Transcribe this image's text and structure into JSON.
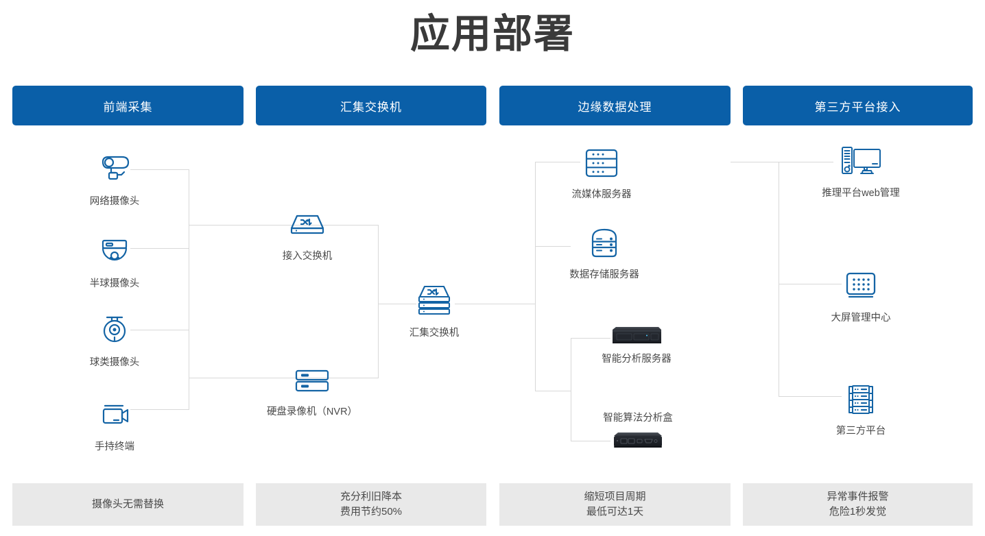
{
  "page": {
    "title": "应用部署",
    "accent_color": "#0a5fa8",
    "icon_color": "#1464a5",
    "line_color": "#d8d8d8",
    "footer_bg": "#e9e9e9"
  },
  "columns": [
    {
      "header": "前端采集",
      "footer_lines": [
        "摄像头无需替换"
      ],
      "nodes": [
        {
          "label": "网络摄像头",
          "icon": "bullet-camera-icon"
        },
        {
          "label": "半球摄像头",
          "icon": "dome-camera-icon"
        },
        {
          "label": "球类摄像头",
          "icon": "ptz-camera-icon"
        },
        {
          "label": "手持终端",
          "icon": "handheld-camcorder-icon"
        }
      ]
    },
    {
      "header": "汇集交换机",
      "footer_lines": [
        "充分利旧降本",
        "费用节约50%"
      ],
      "nodes": [
        {
          "label": "接入交换机",
          "icon": "network-switch-icon"
        },
        {
          "label": "硬盘录像机（NVR）",
          "icon": "nvr-recorder-icon"
        },
        {
          "label": "汇集交换机",
          "icon": "stacked-switch-icon"
        }
      ]
    },
    {
      "header": "边缘数据处理",
      "footer_lines": [
        "缩短项目周期",
        "最低可达1天"
      ],
      "nodes": [
        {
          "label": "流媒体服务器",
          "icon": "streaming-server-icon"
        },
        {
          "label": "数据存储服务器",
          "icon": "storage-server-icon"
        },
        {
          "label": "智能分析服务器",
          "icon": "rackmount-server-photo"
        },
        {
          "label": "智能算法分析盒",
          "icon": "edge-ai-box-photo"
        }
      ]
    },
    {
      "header": "第三方平台接入",
      "footer_lines": [
        "异常事件报警",
        "危险1秒发觉"
      ],
      "nodes": [
        {
          "label": "推理平台web管理",
          "icon": "workstation-monitor-icon"
        },
        {
          "label": "大屏管理中心",
          "icon": "video-wall-icon"
        },
        {
          "label": "第三方平台",
          "icon": "server-rack-icon"
        }
      ]
    }
  ]
}
